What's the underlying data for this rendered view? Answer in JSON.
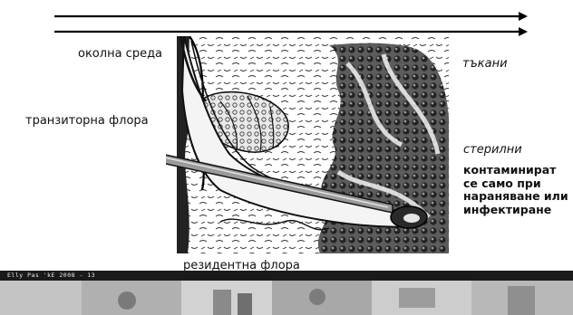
{
  "labels": {
    "environment": "околна среда",
    "tissues": "тъкани",
    "transient_flora": "транзиторна флора",
    "sterile": "стерилни",
    "contaminated_line1": "контаминират",
    "contaminated_line2": "се само при",
    "contaminated_line3": "нараняване или",
    "contaminated_line4": "инфектиране",
    "resident_flora": "резидентна флора"
  },
  "footer": {
    "caption": "Elly Pas 'kE 2008 - 13"
  },
  "colors": {
    "ink": "#111111",
    "arrow": "#000000",
    "footer_bar": "#1a1a1a"
  }
}
